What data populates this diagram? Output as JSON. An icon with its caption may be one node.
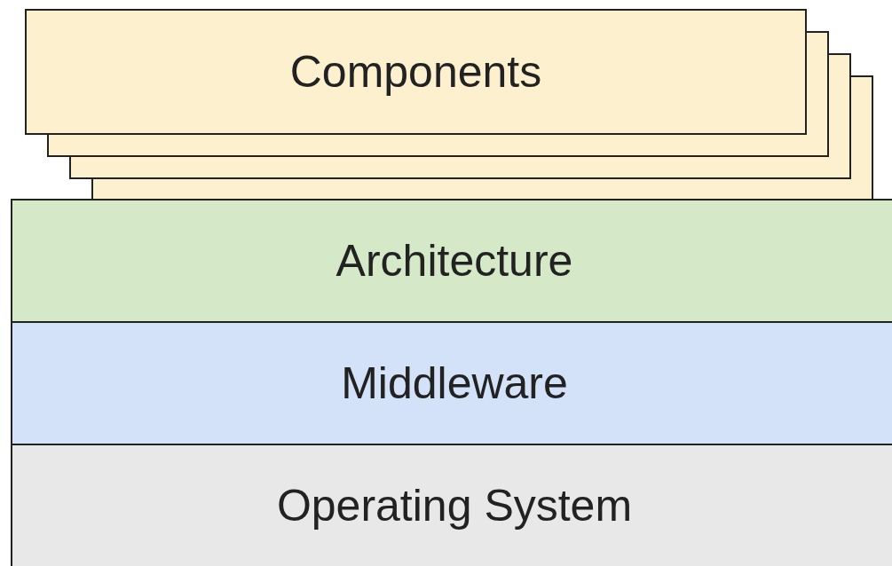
{
  "diagram": {
    "nodes": [
      {
        "text": [
          "Components"
        ]
      },
      {
        "text": [
          "Architecture"
        ]
      },
      {
        "text": [
          "Middleware"
        ]
      },
      {
        "text": [
          "Operating System"
        ]
      }
    ]
  }
}
